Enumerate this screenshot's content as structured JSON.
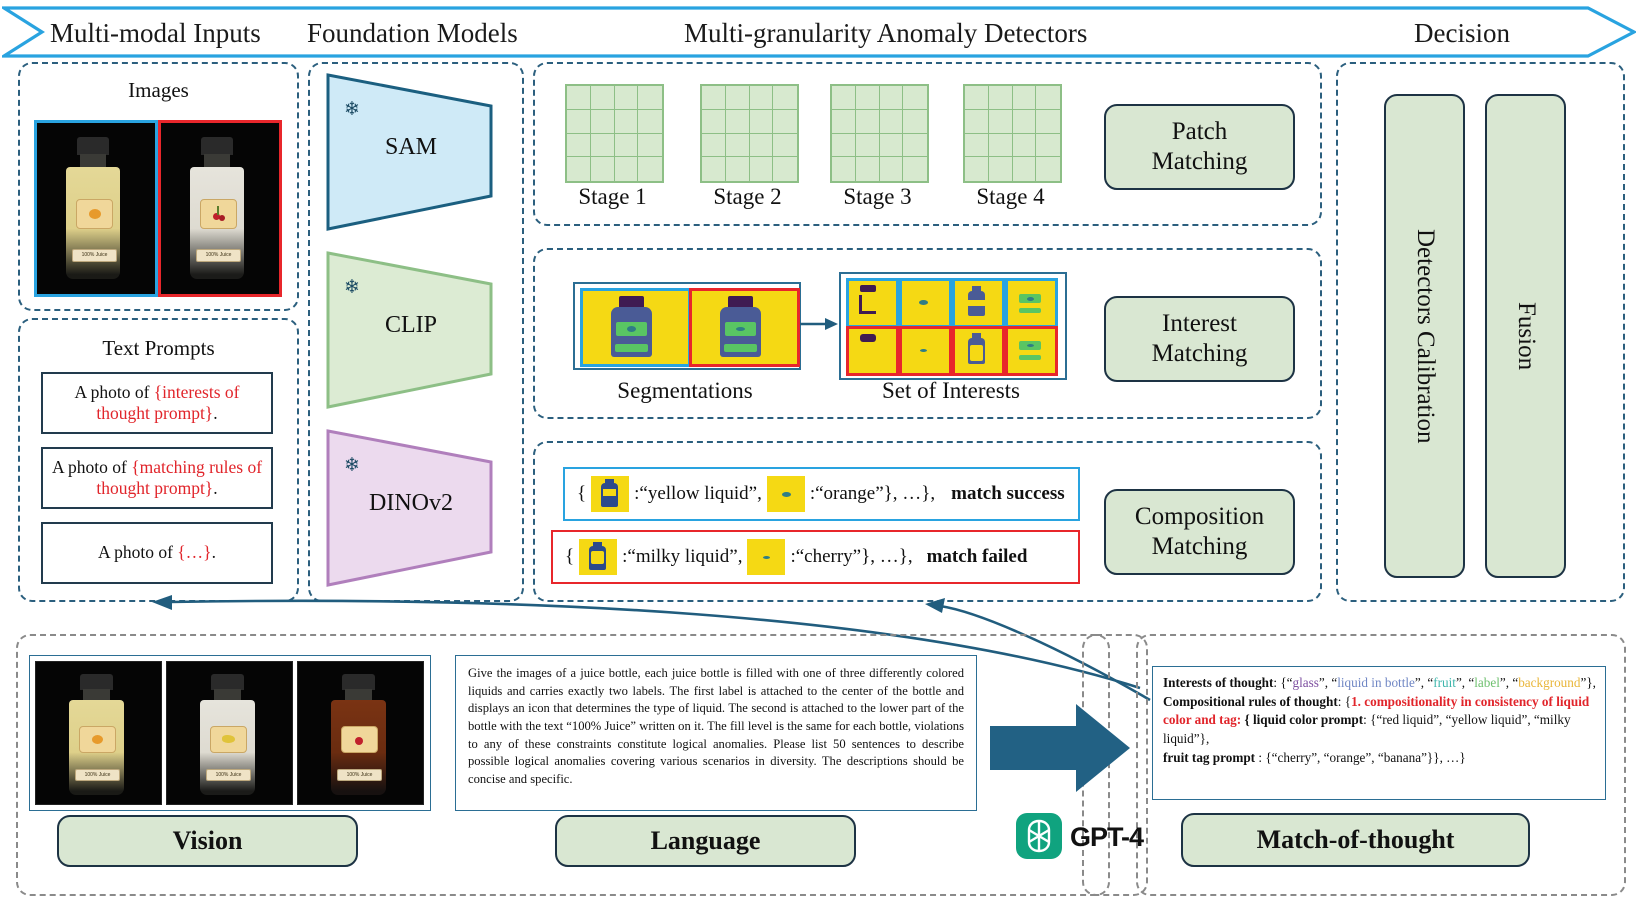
{
  "banner": {
    "labels": [
      "Multi-modal Inputs",
      "Foundation Models",
      "Multi-granularity Anomaly Detectors",
      "Decision"
    ],
    "color": "#29a3e0"
  },
  "inputs": {
    "images_title": "Images",
    "text_prompts_title": "Text Prompts",
    "image_tiles": [
      {
        "border": "#29a3e0",
        "liquid": "yellow",
        "fruit": "orange",
        "bottom_label": "100% Juice"
      },
      {
        "border": "#e8262b",
        "liquid": "milky",
        "fruit": "cherry",
        "bottom_label": "100% Juice"
      }
    ],
    "prompts": [
      {
        "prefix": "A photo of ",
        "slot": "{interests of thought prompt}",
        "suffix": "."
      },
      {
        "prefix": "A photo of ",
        "slot": "{matching rules of thought prompt}",
        "suffix": "."
      },
      {
        "prefix": "A photo of ",
        "slot": "{…}",
        "suffix": "."
      }
    ],
    "slot_color": "#e1252b"
  },
  "foundation_models": [
    {
      "name": "SAM",
      "fill": "#cfeaf7",
      "stroke": "#1b5f80",
      "frozen_icon": "snowflake-icon"
    },
    {
      "name": "CLIP",
      "fill": "#dcebd3",
      "stroke": "#8dbf86",
      "frozen_icon": "snowflake-icon"
    },
    {
      "name": "DINOv2",
      "fill": "#ecdaee",
      "stroke": "#b07fbc",
      "frozen_icon": "snowflake-icon"
    }
  ],
  "detectors": {
    "patch": {
      "stages": [
        "Stage 1",
        "Stage 2",
        "Stage 3",
        "Stage 4"
      ],
      "grid_rows": 4,
      "grid_cols": 4,
      "button": "Patch\nMatching",
      "button_line1": "Patch",
      "button_line2": "Matching"
    },
    "interest": {
      "segmentations_label": "Segmentations",
      "set_of_interests_label": "Set of Interests",
      "button_line1": "Interest",
      "button_line2": "Matching",
      "interest_tiles_rows": 2,
      "interest_tiles_cols": 4
    },
    "composition": {
      "button_line1": "Composition",
      "button_line2": "Matching",
      "rows": [
        {
          "border": "#29a3e0",
          "open": "{",
          "chip1": "bottle-icon",
          "text1": ":“yellow liquid”,",
          "chip2": "fruit-tag-icon",
          "text2": ":“orange”}, …},",
          "verdict": "match success"
        },
        {
          "border": "#e8262b",
          "open": "{",
          "chip1": "bottle-icon",
          "text1": ":“milky liquid”,",
          "chip2": "fruit-tag-icon",
          "text2": ":“cherry”}, …},",
          "verdict": "match failed"
        }
      ]
    }
  },
  "decision": {
    "blocks": [
      "Detectors Calibration",
      "Fusion"
    ]
  },
  "bottom": {
    "vision_label": "Vision",
    "language_label": "Language",
    "match_label": "Match-of-thought",
    "gpt_label": "GPT-4",
    "gpt_icon": "openai-logo-icon",
    "vision_tiles": [
      {
        "liquid": "yellow",
        "fruit": "orange",
        "bottom_label": "100% Juice"
      },
      {
        "liquid": "milky",
        "fruit": "banana",
        "bottom_label": "100% Juice"
      },
      {
        "liquid": "red",
        "fruit": "cherry",
        "bottom_label": "100% Juice"
      }
    ],
    "language_paragraph": "Give the images of a juice bottle, each juice bottle is filled with one of three differently colored liquids and carries exactly two labels. The first label is attached to the center of the bottle and displays an icon that determines the type of liquid. The second is attached to the lower part of the bottle with the text “100% Juice” written on it. The fill level is the same for each bottle, violations to any of these constraints constitute logical anomalies. Please list 50 sentences to describe possible logical anomalies covering various scenarios in diversity. The descriptions should be concise and specific.",
    "match_of_thought": {
      "line1_head": "Interests of thought",
      "line1_items": [
        "glass",
        "liquid in bottle",
        "fruit",
        "label",
        "background"
      ],
      "line1_item_colors": [
        "#7d4fa0",
        "#6f86c4",
        "#3fb6ac",
        "#6fc06f",
        "#e9b63a"
      ],
      "line2_head": "Compositional rules of thought",
      "rule_red": "1. compositionality in consistency of liquid color and tag:",
      "liquid_color_prompt_head": "liquid color prompt",
      "liquid_color_prompt_values": [
        "red liquid",
        "yellow liquid",
        "milky liquid"
      ],
      "fruit_tag_prompt_head": "fruit tag prompt",
      "fruit_tag_prompt_values": [
        "cherry",
        "orange",
        "banana"
      ],
      "tail": "…}"
    }
  }
}
